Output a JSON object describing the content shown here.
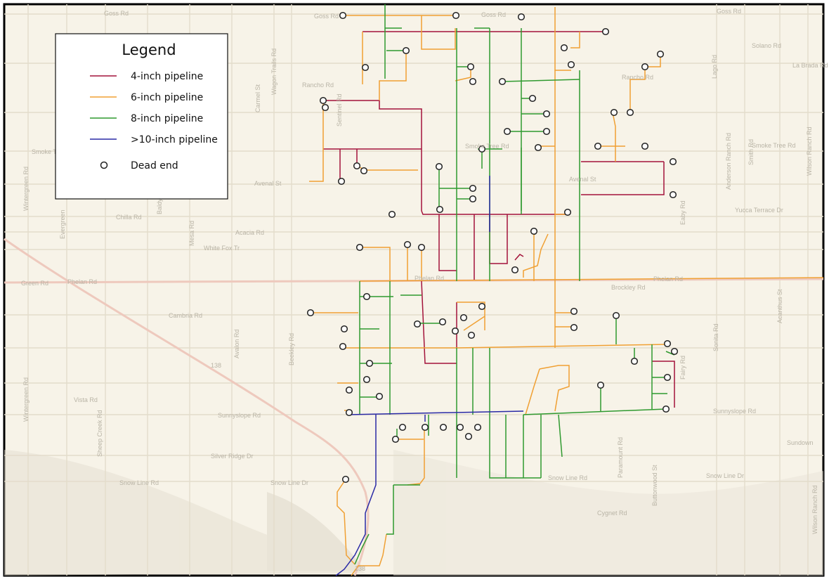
{
  "legend": {
    "title": "Legend",
    "items": [
      {
        "key": "p4",
        "label": "4-inch pipeline",
        "color": "#a3123a"
      },
      {
        "key": "p6",
        "label": "6-inch pipeline",
        "color": "#f0a033"
      },
      {
        "key": "p8",
        "label": "8-inch pipeline",
        "color": "#2f9a2f"
      },
      {
        "key": "p10",
        "label": ">10-inch pipeline",
        "color": "#2a2aa6"
      },
      {
        "key": "dead",
        "label": "Dead end",
        "color": "#222222"
      }
    ]
  },
  "roads": {
    "goss_rd_1": "Goss Rd",
    "goss_rd_2": "Goss Rd",
    "goss_rd_3": "Goss Rd",
    "goss_rd_4": "Goss Rd",
    "solano_rd": "Solano Rd",
    "wagon_trails_rd": "Wagon Trails Rd",
    "rancho_rd": "Rancho Rd",
    "carmel_st": "Carmel St",
    "sentinel_rd": "Sentinel Rd",
    "smoke_tree_rd_1": "Smoke Tree Rd",
    "smoke_tree_rd_2": "Smoke Tree Rd",
    "smoke_tree_rd_3": "Smoke Tree Rd",
    "avenal_st_1": "Avenal St",
    "avenal_st_2": "Avenal St",
    "yucca_terrace_dr": "Yucca Terrace Dr",
    "chilla_rd": "Chilla Rd",
    "acacia_rd": "Acacia Rd",
    "white_fox_tr": "White Fox Tr",
    "phelan_rd_1": "Phelan Rd",
    "phelan_rd_2": "Phelan Rd",
    "phelan_rd_3": "Phelan Rd",
    "green_rd": "Green Rd",
    "brockley_rd": "Brockley Rd",
    "cambria_rd": "Cambria Rd",
    "vista_rd": "Vista Rd",
    "sunnyslope_rd_1": "Sunnyslope Rd",
    "sunnyslope_rd_2": "Sunnyslope Rd",
    "silver_ridge_dr": "Silver Ridge Dr",
    "snow_line_rd_1": "Snow Line Rd",
    "snow_line_dr": "Snow Line Dr",
    "snow_line_rd_2": "Snow Line Rd",
    "snow_line_rd_3": "Snow Line Dr",
    "sundown": "Sundown",
    "cygnet_rd": "Cygnet Rd",
    "wintergreen_rd_1": "Wintergreen Rd",
    "wintergreen_rd_2": "Wintergreen Rd",
    "evergreen": "Evergreen",
    "beekley_rd": "Beekley Rd",
    "baldy_mesa_rd": "Baldy Mesa",
    "avalon_rd": "Avalon Rd",
    "mesa_rd": "Mesa Rd",
    "sheep_creek_rd": "Sheep Creek Rd",
    "anderson_ranch_rd": "Anderson Ranch Rd",
    "smith_rd": "Smith Rd",
    "wilson_ranch_rd": "Wilson Ranch Rd",
    "la_brada_rd": "La Brada Rd",
    "lago_rd": "Lago Rd",
    "eaby_rd": "Eaby Rd",
    "sonita_rd": "Sonita Rd",
    "acanthus_st": "Acanthus St",
    "paramount_rd": "Paramount Rd",
    "buttonwood_st": "Buttonwood St",
    "fairy_rd": "Fairy Rd",
    "hwy_138": "138"
  }
}
